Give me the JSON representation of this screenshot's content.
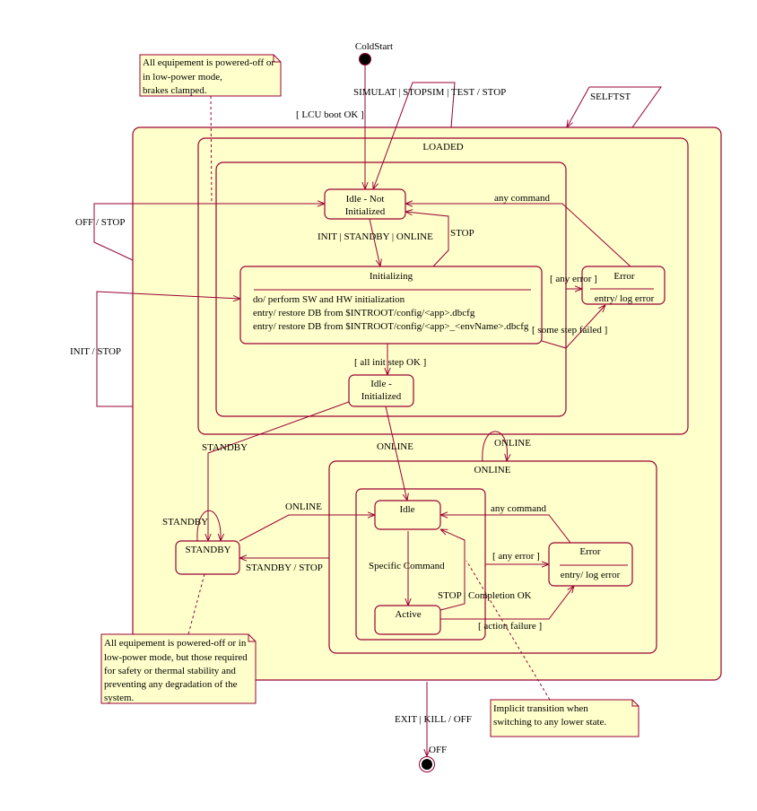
{
  "colors": {
    "state_fill": "#FFFFCC",
    "line": "#990033"
  },
  "states": {
    "loaded": "LOADED",
    "idle_not_init": [
      "Idle - Not",
      "Initialized"
    ],
    "initializing": {
      "title": "Initializing",
      "actions": [
        "do/ perform SW and HW initialization",
        "entry/ restore DB from $INTROOT/config/<app>.dbcfg",
        "entry/ restore DB from $INTROOT/config/<app>_<envName>.dbcfg"
      ]
    },
    "error_loaded": {
      "title": "Error",
      "action": "entry/ log error"
    },
    "idle_init": [
      "Idle -",
      "Initialized"
    ],
    "online": "ONLINE",
    "idle": "Idle",
    "active": "Active",
    "error_online": {
      "title": "Error",
      "action": "entry/ log error"
    },
    "standby": "STANDBY",
    "cold_start": "ColdStart",
    "off": "OFF"
  },
  "transitions": {
    "lcu_boot": "[ LCU boot OK ]",
    "simulat": "SIMULAT | STOPSIM | TEST / STOP",
    "selftst": "SELFTST",
    "off_stop": "OFF / STOP",
    "init_stop": "INIT / STOP",
    "init_standby_online": "INIT | STANDBY | ONLINE",
    "stop": "STOP",
    "any_command_loaded": "any command",
    "any_error_loaded": "[ any error ]",
    "some_step_failed": "[ some step failed ]",
    "all_init_ok": "[ all init step OK ]",
    "online_to_idle": "ONLINE",
    "to_standby": "STANDBY",
    "online_self": "ONLINE",
    "standby_self": "STANDBY",
    "standby_to_online": "ONLINE",
    "standby_stop": "STANDBY / STOP",
    "specific_command": "Specific Command",
    "stop_completion": "STOP | Completion OK",
    "any_command_online": "any command",
    "any_error_online": "[ any error ]",
    "action_failure": "[ action failure ]",
    "exit": "EXIT | KILL / OFF"
  },
  "notes": {
    "off_note": [
      "All equipement is powered-off or",
      "in low-power mode,",
      "brakes clamped."
    ],
    "standby_note": [
      "All equipement is powered-off or in",
      "low-power mode, but those required",
      "for safety or thermal stability and",
      "preventing any degradation of the",
      "system."
    ],
    "implicit_note": [
      "Implicit transition when",
      "switching to any lower state."
    ]
  }
}
